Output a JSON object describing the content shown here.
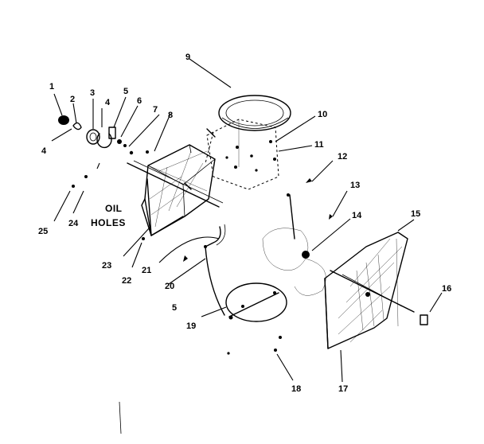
{
  "callouts": {
    "c1": "1",
    "c2": "2",
    "c3": "3",
    "c4a": "4",
    "c4b": "4",
    "c5a": "5",
    "c5b": "5",
    "c6": "6",
    "c7": "7",
    "c8": "8",
    "c9": "9",
    "c10": "10",
    "c11": "11",
    "c12": "12",
    "c13": "13",
    "c14": "14",
    "c15": "15",
    "c16": "16",
    "c17": "17",
    "c18": "18",
    "c19": "19",
    "c20": "20",
    "c21": "21",
    "c22": "22",
    "c23": "23",
    "c24": "24",
    "c25": "25"
  },
  "note": {
    "line1": "OIL",
    "line2": "HOLES"
  }
}
